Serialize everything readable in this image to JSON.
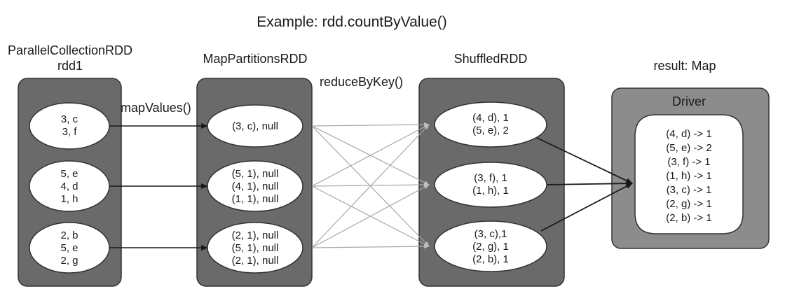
{
  "title": "Example: rdd.countByValue()",
  "colors": {
    "container_fill": "#6a6a6a",
    "driver_fill": "#8c8c8c",
    "node_fill": "#ffffff",
    "stroke": "#333333",
    "arrow": "#1a1a1a",
    "shuffle_line": "#a8a8a8"
  },
  "stages": [
    {
      "id": "rdd1",
      "header": [
        "ParallelCollectionRDD",
        "rdd1"
      ],
      "partitions": [
        [
          "3, c",
          "3, f"
        ],
        [
          "5, e",
          "4, d",
          "1, h"
        ],
        [
          "2, b",
          "5, e",
          "2, g"
        ]
      ]
    },
    {
      "id": "mappartitions",
      "header": [
        "MapPartitionsRDD"
      ],
      "partitions": [
        [
          "(3, c), null"
        ],
        [
          "(5, 1), null",
          "(4, 1), null",
          "(1, 1), null"
        ],
        [
          "(2, 1), null",
          "(5, 1), null",
          "(2, 1), null"
        ]
      ]
    },
    {
      "id": "shuffled",
      "header": [
        "ShuffledRDD"
      ],
      "partitions": [
        [
          "(4, d), 1",
          "(5, e), 2"
        ],
        [
          "(3, f), 1",
          "(1, h), 1"
        ],
        [
          "(3, c),1",
          "(2, g), 1",
          "(2, b), 1"
        ]
      ]
    }
  ],
  "edge_labels": {
    "map": "mapValues()",
    "shuffle": "reduceByKey()"
  },
  "result": {
    "header": "result: Map",
    "driver_label": "Driver",
    "entries": [
      "(4, d) -> 1",
      "(5, e) -> 2",
      "(3, f) -> 1",
      "(1, h) -> 1",
      "(3, c) -> 1",
      "(2, g) -> 1",
      "(2, b) -> 1"
    ]
  }
}
